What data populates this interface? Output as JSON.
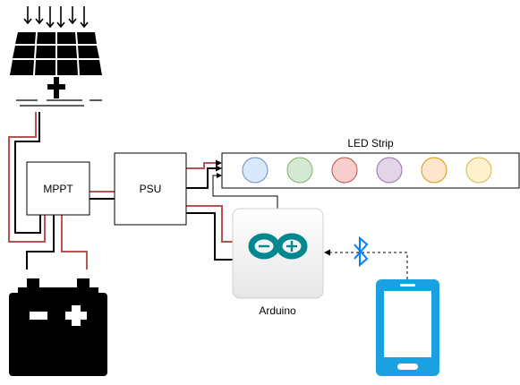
{
  "nodes": {
    "mppt": {
      "label": "MPPT"
    },
    "psu": {
      "label": "PSU"
    },
    "led_strip": {
      "label": "LED Strip",
      "led_colors": [
        {
          "fill": "#dae8fc",
          "stroke": "#6c8ebf"
        },
        {
          "fill": "#d5e8d4",
          "stroke": "#82b366"
        },
        {
          "fill": "#f8cecc",
          "stroke": "#b85450"
        },
        {
          "fill": "#e1d5e7",
          "stroke": "#9673a6"
        },
        {
          "fill": "#ffe6cc",
          "stroke": "#d79b00"
        },
        {
          "fill": "#fff2cc",
          "stroke": "#d6b656"
        }
      ]
    },
    "arduino": {
      "label": "Arduino"
    },
    "solar_panel": {
      "icon": "solar-panel-icon"
    },
    "battery": {
      "icon": "battery-icon"
    },
    "phone": {
      "icon": "smartphone-icon"
    },
    "bluetooth": {
      "icon": "bluetooth-icon"
    }
  },
  "colors": {
    "wire_black": "#000000",
    "wire_red": "#b85450",
    "arduino_teal": "#00878f",
    "phone_blue": "#1ba1e2",
    "bluetooth_blue": "#007fff",
    "box_stroke": "#000000"
  }
}
